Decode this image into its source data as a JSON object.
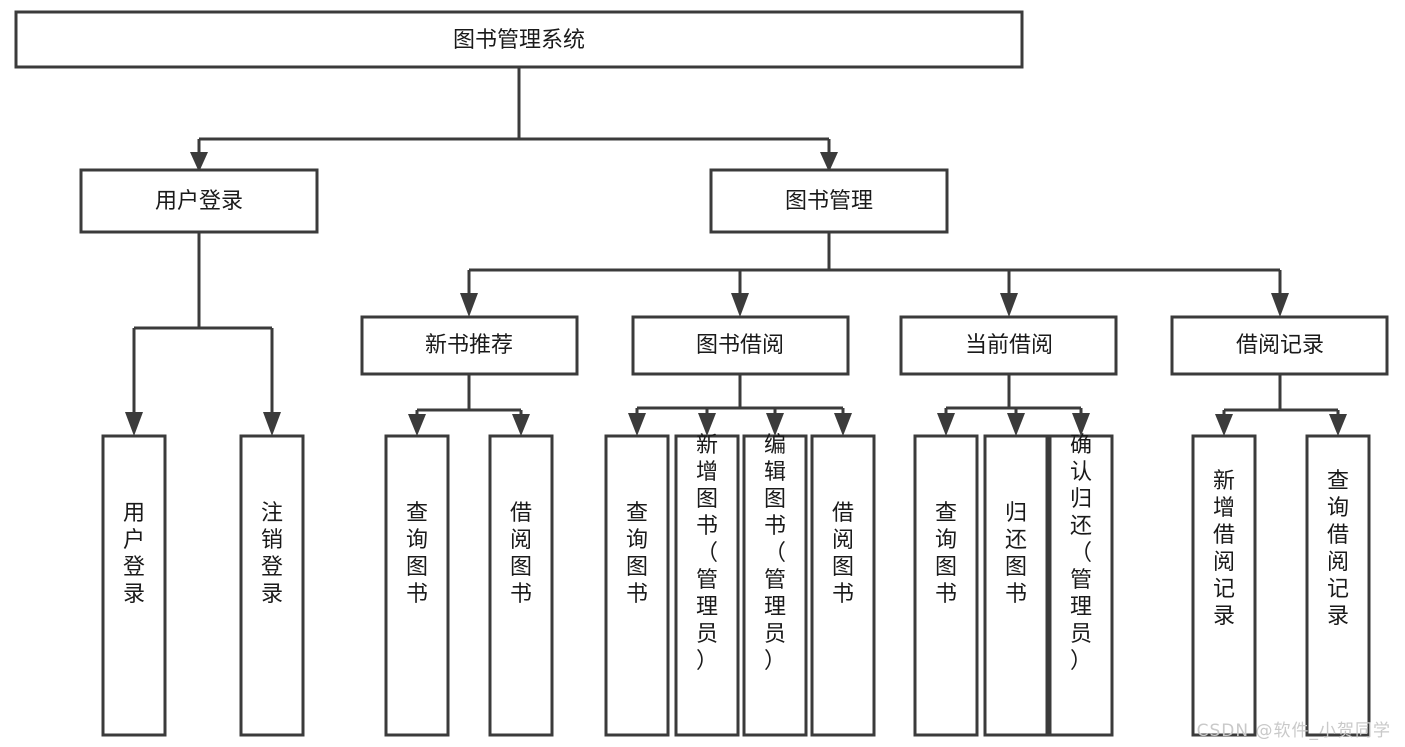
{
  "diagram": {
    "title": "图书管理系统",
    "type": "tree-hierarchy-chart",
    "root": {
      "label": "图书管理系统"
    },
    "level2": [
      {
        "label": "用户登录"
      },
      {
        "label": "图书管理"
      }
    ],
    "level3": [
      {
        "label": "新书推荐"
      },
      {
        "label": "图书借阅"
      },
      {
        "label": "当前借阅"
      },
      {
        "label": "借阅记录"
      }
    ],
    "leaves_user_login": [
      {
        "label": "用户登录"
      },
      {
        "label": "注销登录"
      }
    ],
    "leaves_new_book": [
      {
        "label": "查询图书"
      },
      {
        "label": "借阅图书"
      }
    ],
    "leaves_borrow": [
      {
        "label": "查询图书"
      },
      {
        "label": "新增图书（管理员）"
      },
      {
        "label": "编辑图书（管理员）"
      },
      {
        "label": "借阅图书"
      }
    ],
    "leaves_current": [
      {
        "label": "查询图书"
      },
      {
        "label": "归还图书"
      },
      {
        "label": "确认归还（管理员）"
      }
    ],
    "leaves_record": [
      {
        "label": "新增借阅记录"
      },
      {
        "label": "查询借阅记录"
      }
    ]
  },
  "watermark": {
    "text": "CSDN @软件_小贺同学"
  },
  "colors": {
    "box_stroke": "#3b3b3b",
    "box_fill": "#ffffff",
    "text": "#1a1a1a",
    "watermark": "#c9c9c9",
    "background": "#ffffff"
  }
}
